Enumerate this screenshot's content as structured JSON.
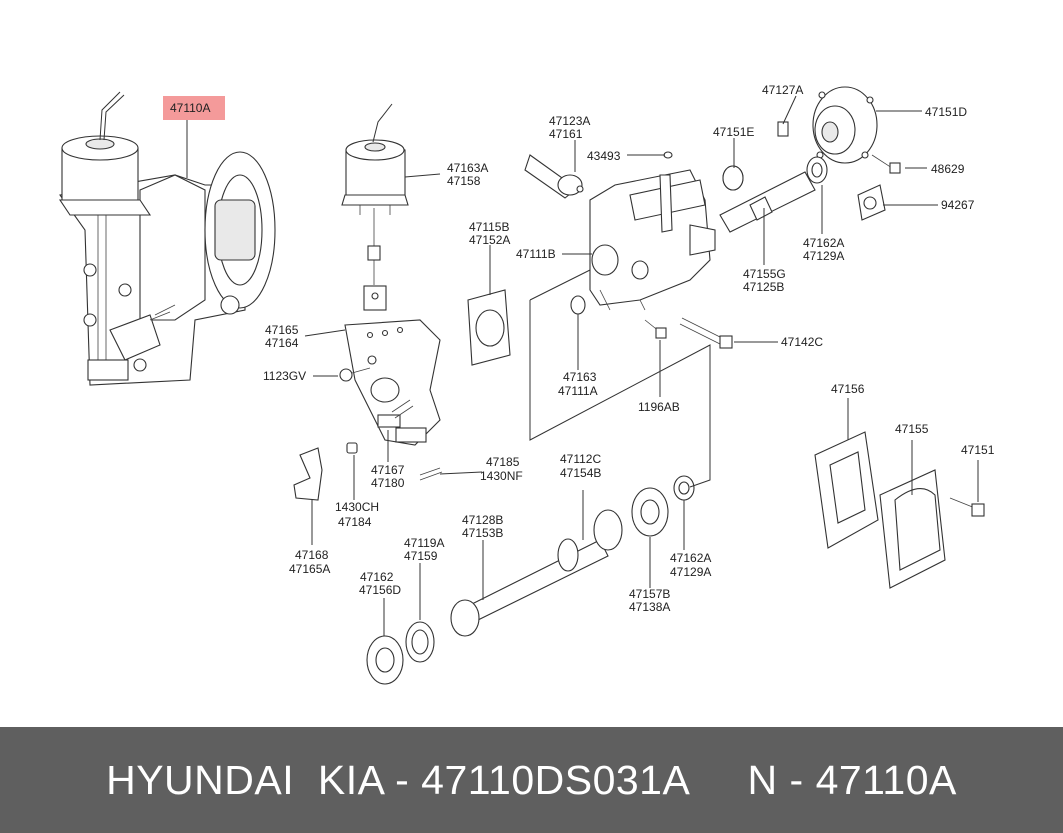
{
  "highlight": {
    "label": "47110A",
    "color": "#f49a9a"
  },
  "labels": {
    "l47127A": "47127A",
    "l47151D": "47151D",
    "l47123A": "47123A",
    "l47161": "47161",
    "l47151E": "47151E",
    "l43493": "43493",
    "l48629": "48629",
    "l47163A": "47163A",
    "l47158": "47158",
    "l94267": "94267",
    "l47115B": "47115B",
    "l47152A": "47152A",
    "l47111B": "47111B",
    "l47162A_top": "47162A",
    "l47129A_top": "47129A",
    "l47155G": "47155G",
    "l47125B": "47125B",
    "l47165": "47165",
    "l47164": "47164",
    "l47142C": "47142C",
    "l1123GV": "1123GV",
    "l47163": "47163",
    "l47111A": "47111A",
    "l1196AB": "1196AB",
    "l47156": "47156",
    "l47155": "47155",
    "l47151": "47151",
    "l47167": "47167",
    "l47180": "47180",
    "l47185": "47185",
    "l1430NF": "1430NF",
    "l47112C": "47112C",
    "l47154B": "47154B",
    "l1430CH": "1430CH",
    "l47184": "47184",
    "l47168": "47168",
    "l47165A": "47165A",
    "l47128B": "47128B",
    "l47153B": "47153B",
    "l47119A": "47119A",
    "l47159": "47159",
    "l47162A_bot": "47162A",
    "l47129A_bot": "47129A",
    "l47162": "47162",
    "l47156D": "47156D",
    "l47157B": "47157B",
    "l47138A": "47138A"
  },
  "footer": {
    "text": "HYUNDAI  KIA - 47110DS031A     N - 47110A"
  },
  "colors": {
    "footer_bg": "#5f5f5f",
    "footer_text": "#ffffff"
  }
}
